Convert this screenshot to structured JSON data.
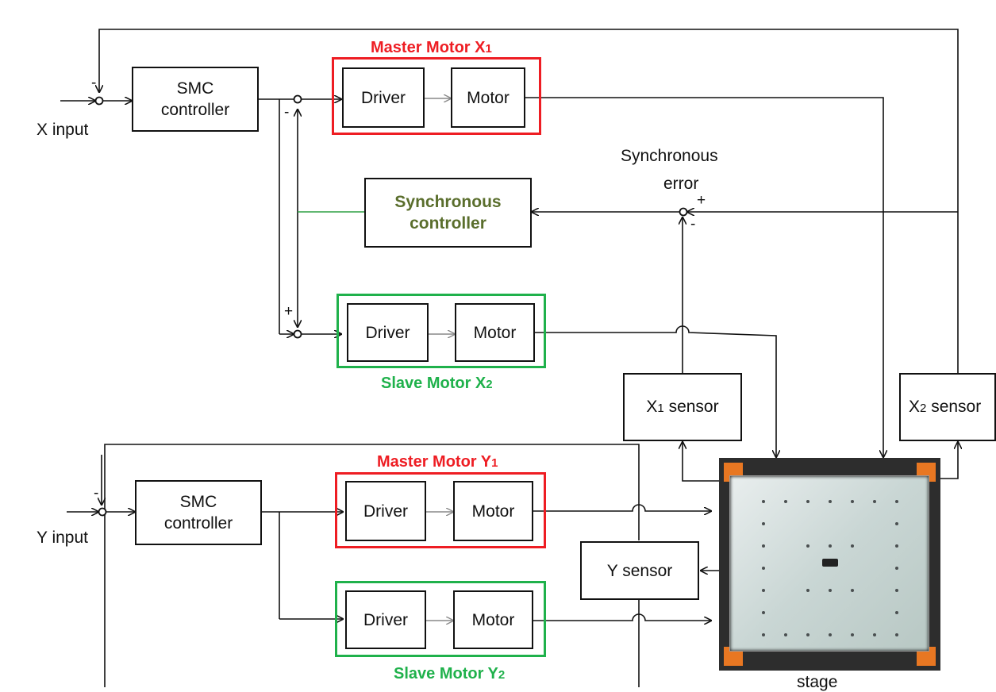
{
  "inputs": {
    "x_input": "X input",
    "y_input": "Y input"
  },
  "controllers": {
    "smc_x": "SMC controller",
    "smc_y": "SMC controller",
    "sync_line1": "Synchronous",
    "sync_line2": "controller"
  },
  "groups": {
    "master_x": {
      "prefix": "Master Motor  X",
      "sub": "1"
    },
    "slave_x": {
      "prefix": "Slave Motor  X",
      "sub": "2"
    },
    "master_y": {
      "prefix": "Master Motor  Y",
      "sub": "1"
    },
    "slave_y": {
      "prefix": "Slave Motor  Y",
      "sub": "2"
    }
  },
  "blocks": {
    "driver": "Driver",
    "motor": "Motor"
  },
  "sensors": {
    "x1": {
      "prefix": "X",
      "sub": "1",
      "suffix": " sensor"
    },
    "x2": {
      "prefix": "X",
      "sub": "2",
      "suffix": " sensor"
    },
    "y": "Y sensor"
  },
  "sync_error": {
    "line1": "Synchronous",
    "line2": "error"
  },
  "stage_label": "stage",
  "signs": {
    "minus": "-",
    "plus": "+"
  },
  "colors": {
    "master": "#ee1d23",
    "slave": "#1fb14b",
    "sync_controller_text": "#5a6e2c",
    "sync_link": "#2ea043",
    "line": "#111111"
  }
}
